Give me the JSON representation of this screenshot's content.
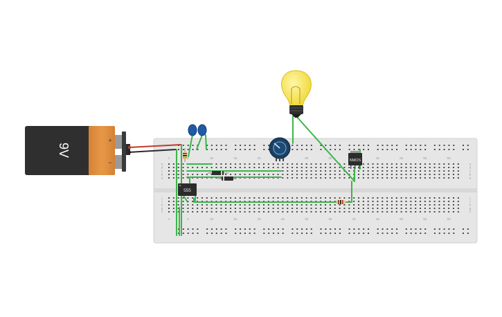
{
  "battery": {
    "label": "9V",
    "plus": "+",
    "minus": "−"
  },
  "breadboard": {
    "col_numbers": [
      "1",
      "5",
      "10",
      "15",
      "20",
      "25",
      "30",
      "35",
      "40",
      "45",
      "50",
      "55",
      "60"
    ],
    "rows_top": [
      "a",
      "b",
      "c",
      "d",
      "e"
    ],
    "rows_bottom": [
      "f",
      "g",
      "h",
      "i",
      "j"
    ]
  },
  "components": {
    "timer_ic": "555",
    "mosfet": "NMOS"
  },
  "colors": {
    "wire": "#36b44a",
    "board": "#e3e3e3",
    "battery_body": "#2b2b2b",
    "battery_cap": "#d9893c",
    "bulb": "#f4e13a",
    "capacitor": "#1f5aa6"
  }
}
